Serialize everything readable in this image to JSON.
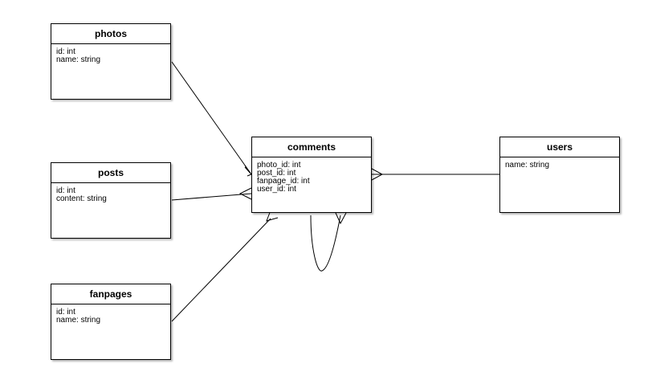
{
  "entities": {
    "photos": {
      "name": "photos",
      "fields": [
        "id: int",
        "name: string"
      ]
    },
    "posts": {
      "name": "posts",
      "fields": [
        "id: int",
        "content: string"
      ]
    },
    "fanpages": {
      "name": "fanpages",
      "fields": [
        "id: int",
        "name: string"
      ]
    },
    "comments": {
      "name": "comments",
      "fields": [
        "photo_id: int",
        "post_id: int",
        "fanpage_id: int",
        "user_id: int"
      ]
    },
    "users": {
      "name": "users",
      "fields": [
        "name: string"
      ]
    }
  },
  "relationships": [
    {
      "from": "photos",
      "to": "comments",
      "to_end": "many"
    },
    {
      "from": "posts",
      "to": "comments",
      "to_end": "many"
    },
    {
      "from": "fanpages",
      "to": "comments",
      "to_end": "many"
    },
    {
      "from": "users",
      "to": "comments",
      "to_end": "many"
    },
    {
      "from": "comments",
      "to": "comments",
      "to_end": "many"
    }
  ],
  "colors": {
    "line": "#000000",
    "box_border": "#000000",
    "background": "#ffffff"
  }
}
